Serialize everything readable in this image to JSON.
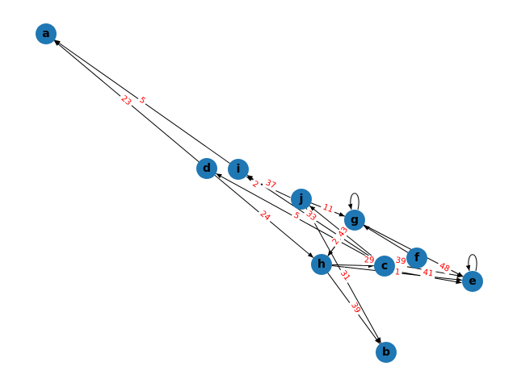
{
  "graph": {
    "node_color": "#1f77b4",
    "edge_color": "#000000",
    "label_color": "#ff0000",
    "nodes": [
      "a",
      "d",
      "i",
      "j",
      "g",
      "h",
      "c",
      "f",
      "e",
      "b"
    ],
    "edges": [
      {
        "from": "d",
        "to": "a",
        "label": "23"
      },
      {
        "from": "i",
        "to": "a",
        "label": "5"
      },
      {
        "from": "j",
        "to": "i",
        "label": "37"
      },
      {
        "from": "c",
        "to": "i",
        "label": "2"
      },
      {
        "from": "c",
        "to": "d",
        "label": "5"
      },
      {
        "from": "d",
        "to": "h",
        "label": "24"
      },
      {
        "from": "c",
        "to": "j",
        "label": "33"
      },
      {
        "from": "j",
        "to": "g",
        "label": "11"
      },
      {
        "from": "g",
        "to": "h",
        "label": "43"
      },
      {
        "from": "g",
        "to": "h",
        "label": "2"
      },
      {
        "from": "h",
        "to": "c",
        "label": "29"
      },
      {
        "from": "c",
        "to": "e",
        "label": "39"
      },
      {
        "from": "h",
        "to": "e",
        "label": "1"
      },
      {
        "from": "c",
        "to": "e",
        "label": "41"
      },
      {
        "from": "g",
        "to": "e",
        "label": "48"
      },
      {
        "from": "h",
        "to": "b",
        "label": "31"
      },
      {
        "from": "j",
        "to": "b",
        "label": "39"
      },
      {
        "from": "f",
        "to": "g",
        "label": ""
      },
      {
        "from": "g",
        "to": "g",
        "label": ""
      },
      {
        "from": "e",
        "to": "e",
        "label": ""
      }
    ]
  }
}
